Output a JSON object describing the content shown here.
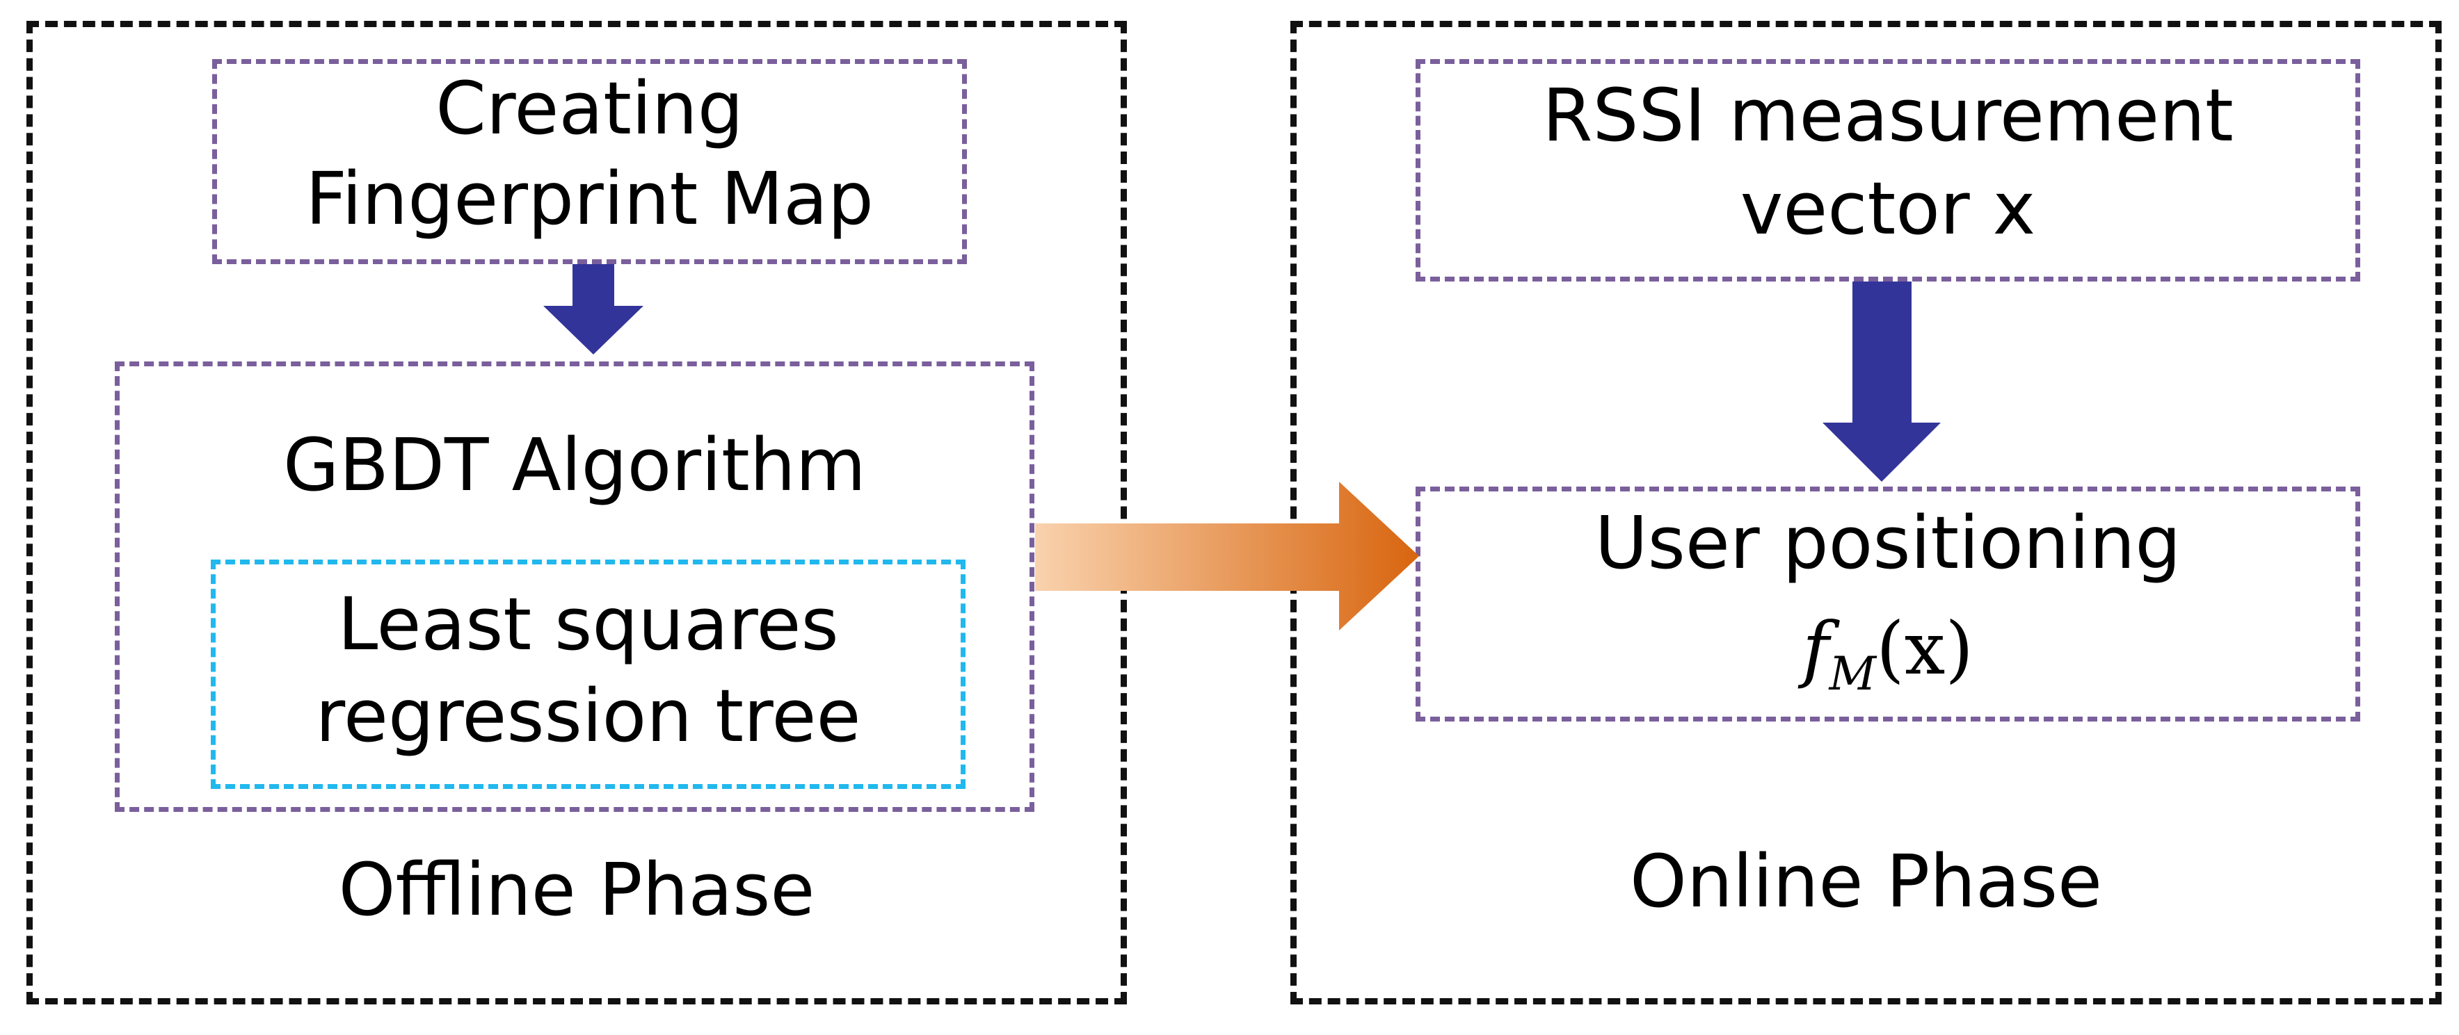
{
  "offline": {
    "phase_label": "Offline Phase",
    "creating_box": {
      "line1": "Creating",
      "line2": "Fingerprint Map"
    },
    "gbdt_box": {
      "title": "GBDT Algorithm"
    },
    "tree_box": {
      "line1": "Least squares",
      "line2": "regression tree"
    }
  },
  "online": {
    "phase_label": "Online Phase",
    "rssi_box": {
      "line1": "RSSI measurement",
      "line2": "vector x"
    },
    "positioning_box": {
      "line1": "User positioning",
      "formula": {
        "fn": "f",
        "subscript": "M",
        "arg": "(x)"
      }
    }
  },
  "colors": {
    "phase_border": "#111111",
    "step_border": "#7a5f9c",
    "tree_border": "#21b8ee",
    "down_arrow": "#33349a",
    "transfer_arrow_start": "#f9d2ad",
    "transfer_arrow_end": "#d8650f"
  }
}
